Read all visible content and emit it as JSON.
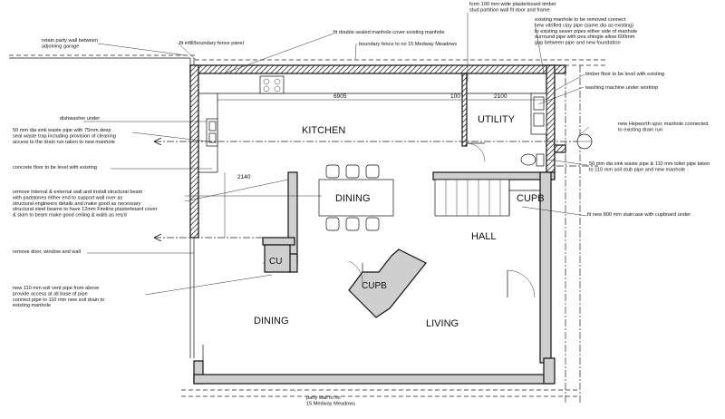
{
  "rooms": {
    "kitchen": "KITCHEN",
    "utility": "UTILITY",
    "dining_upper": "DINING",
    "cupb_hall": "CUPB",
    "hall": "HALL",
    "cu": "CU",
    "cupb_living": "CUPB",
    "dining_lower": "DINING",
    "living": "LIVING"
  },
  "dimensions": {
    "kitchen_length": "6905",
    "kitchen_short": "100",
    "utility_width": "2100",
    "dining_depth": "2140"
  },
  "notes": {
    "retain_party_wall": "retain party wall between\nadjoining garage",
    "fit_infill_fence": "fit infill/boundary fence panel",
    "double_sealed_manhole": "fit double sealed manhole cover existing manhole",
    "boundary_fence": "boundary fence to no 15 Medway Meadows",
    "stud_partition": "form 100 mm wide plasterboard timber\nstud partition wall fit door and frame",
    "existing_manhole": "existing manhole to be removed connect\nnew vitrified clay pipe (same dia as existing)\nto existing sewer pipes either side of manhole\nsurround pipe with pea shingle allow 600mm\ngap between pipe and new foundation",
    "timber_floor": "timber floor to be level with existing",
    "washing_machine": "washing machine under worktop",
    "dishwasher": "dishwasher under",
    "sink_waste": "50 mm dia sink waste pipe with 75mm deep\nseal waste trap including provision of cleaning\naccess to the drain run taken to new manhole",
    "hepworth_manhole": "new Hepworth upvc manhole connected\nto existing drain run",
    "concrete_floor": "concrete floor to be level with existing",
    "sink_toilet_pipe": "50 mm dia sink waste pipe & 110 mm toilet pipe taken\nto 110 mm soil stub pipe and new manhole",
    "remove_internal_wall": "remove internal & external wall and install structural beam\nwith padstones either end to support wall over as\nstructural engineers details and make good as necessary\nstructural steel beams to have 12mm Fireline plasterboard cover\n& skim to beam make good ceiling & walls as req'd",
    "new_staircase": "fit new 800 mm staircase with cupboard under",
    "remove_door": "remove door, window and wall",
    "soil_vent": "new 110 mm soil vent pipe from above\nprovide access at all base of pipe\nconnect pipe to 110 mm new soil drain to\nexisting manhole",
    "party_wall": "party wall to no\n15 Medway Meadows"
  }
}
